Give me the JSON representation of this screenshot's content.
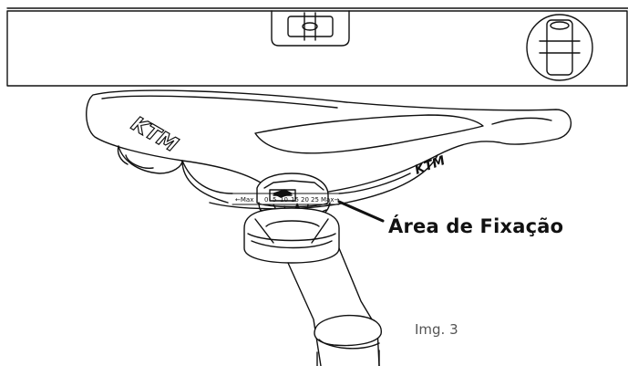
{
  "callout": {
    "label": "Área de Fixação"
  },
  "caption": {
    "text": "Img. 3"
  },
  "saddle_brand_front": "KTM",
  "saddle_brand_side": "KTM",
  "scale": {
    "max_left": "←Max",
    "ticks": [
      "0",
      "5",
      "10",
      "15",
      "20",
      "25"
    ],
    "max_right": "Max→"
  },
  "colors": {
    "line": "#111111",
    "background": "#ffffff",
    "caption": "#555555"
  }
}
